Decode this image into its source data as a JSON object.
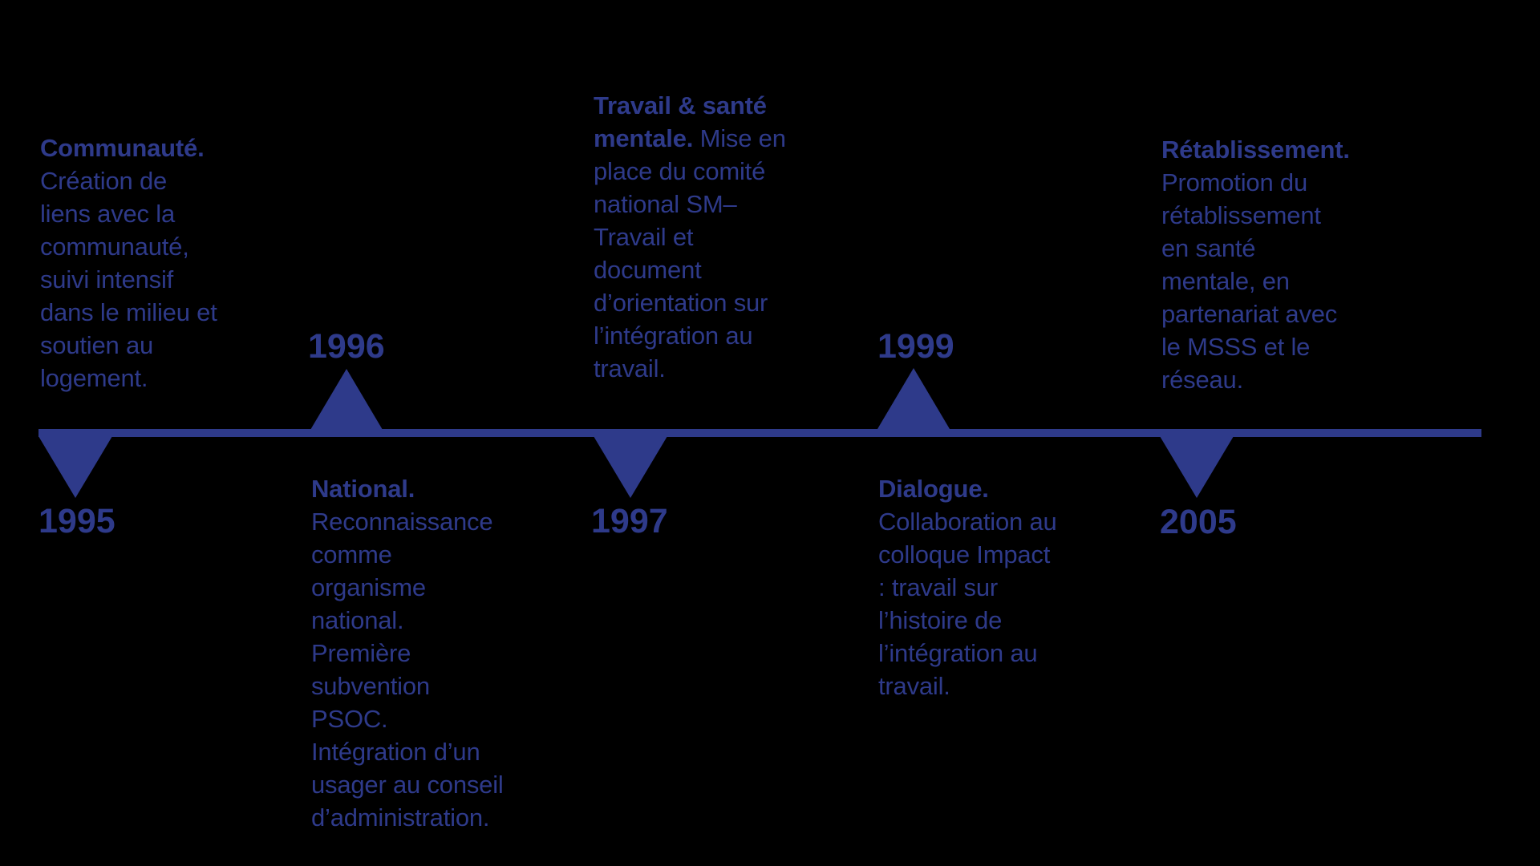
{
  "colors": {
    "background": "#000000",
    "accent_blue": "#2e3a8a"
  },
  "timeline": {
    "events": [
      {
        "year": "1995",
        "marker": "below-line",
        "title": "Communauté.",
        "body": "\nCréation de\nliens avec la\ncommunauté,\nsuivi intensif\ndans le milieu et\nsoutien au\nlogement."
      },
      {
        "year": "1996",
        "marker": "above-line",
        "title": "National.",
        "body": "\nReconnaissance\ncomme\norganisme\nnational.\nPremière\nsubvention\nPSOC.\nIntégration d’un\nusager au conseil\nd’administration."
      },
      {
        "year": "1997",
        "marker": "below-line",
        "title": "Travail & santé\nmentale.",
        "body": " Mise en\nplace du comité\nnational SM–\nTravail et\ndocument\nd’orientation sur\nl’intégration au\ntravail."
      },
      {
        "year": "1999",
        "marker": "above-line",
        "title": "Dialogue.",
        "body": "\nCollaboration au\ncolloque Impact\n: travail sur\nl’histoire de\nl’intégration au\ntravail."
      },
      {
        "year": "2005",
        "marker": "below-line",
        "title": "Rétablissement.",
        "body": "\nPromotion du\nrétablissement\nen santé\nmentale, en\npartenariat avec\nle MSSS et le\nréseau."
      }
    ]
  }
}
